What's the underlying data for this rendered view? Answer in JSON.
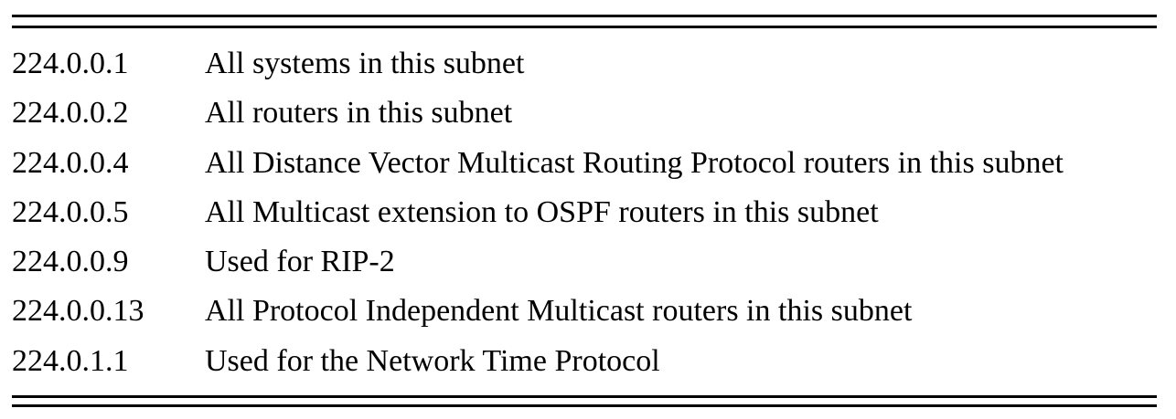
{
  "table": {
    "rows": [
      {
        "address": "224.0.0.1",
        "description": "All systems in this subnet"
      },
      {
        "address": "224.0.0.2",
        "description": "All routers in this subnet"
      },
      {
        "address": "224.0.0.4",
        "description": "All Distance Vector Multicast Routing Protocol routers in this subnet"
      },
      {
        "address": "224.0.0.5",
        "description": "All Multicast extension to OSPF routers in this subnet"
      },
      {
        "address": "224.0.0.9",
        "description": "Used for RIP-2"
      },
      {
        "address": "224.0.0.13",
        "description": "All Protocol Independent Multicast routers in this subnet"
      },
      {
        "address": "224.0.1.1",
        "description": "Used for the Network Time Protocol"
      }
    ]
  }
}
